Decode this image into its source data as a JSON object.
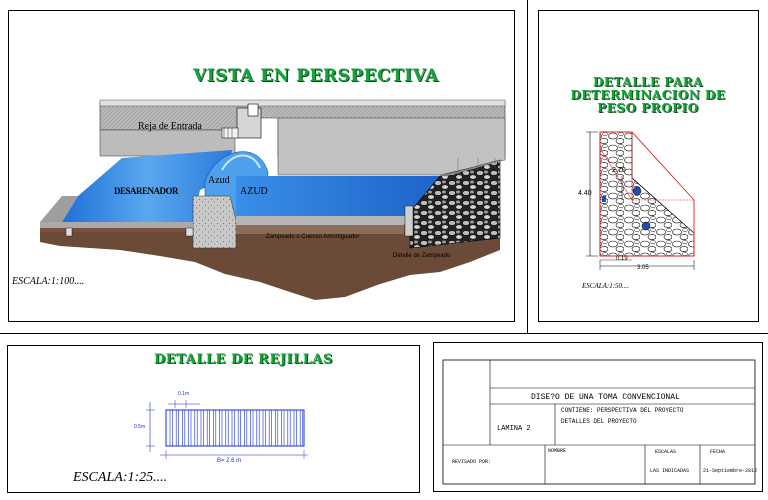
{
  "perspective": {
    "title": "VISTA EN PERSPECTIVA",
    "labels": {
      "reja": "Reja de Entrada",
      "desarenador": "DESARENADOR",
      "azud_upper": "Azud",
      "azud_lower": "AZUD",
      "zampeado": "Zampeado o Cuenco Amortiguador",
      "enrocado": "Detalle de Zampeado"
    },
    "scale": "ESCALA:1:100...."
  },
  "peso": {
    "title_line1": "DETALLE PARA",
    "title_line2": "DETERMINACION DE",
    "title_line3": "PESO PROPIO",
    "dim_height": "4.40",
    "dim_inner": "2.70",
    "dim_base_small": "0.19",
    "dim_base": "3.05",
    "scale": "ESCALA:1:50...."
  },
  "rejillas": {
    "title": "DETALLE DE REJILLAS",
    "dim_top": "0.1m",
    "dim_side": "0.5m",
    "dim_bottom": "B= 2.6 m",
    "scale": "ESCALA:1:25...."
  },
  "titleblock": {
    "project": "DISE?O DE UNA TOMA CONVENCIONAL",
    "contiene": "CONTIENE: PERSPECTIVA DEL PROYECTO",
    "detalles": "DETALLES DEL PROYECTO",
    "lamina": "LAMINA 2",
    "nombre_label": "NOMBRE",
    "escalas_label": "ESCALAS",
    "fecha_label": "FECHA",
    "revisado_label": "REVISADO POR:",
    "escalas_value": "LAS INDICADAS",
    "fecha_value": "21-Septiembre-2012"
  }
}
